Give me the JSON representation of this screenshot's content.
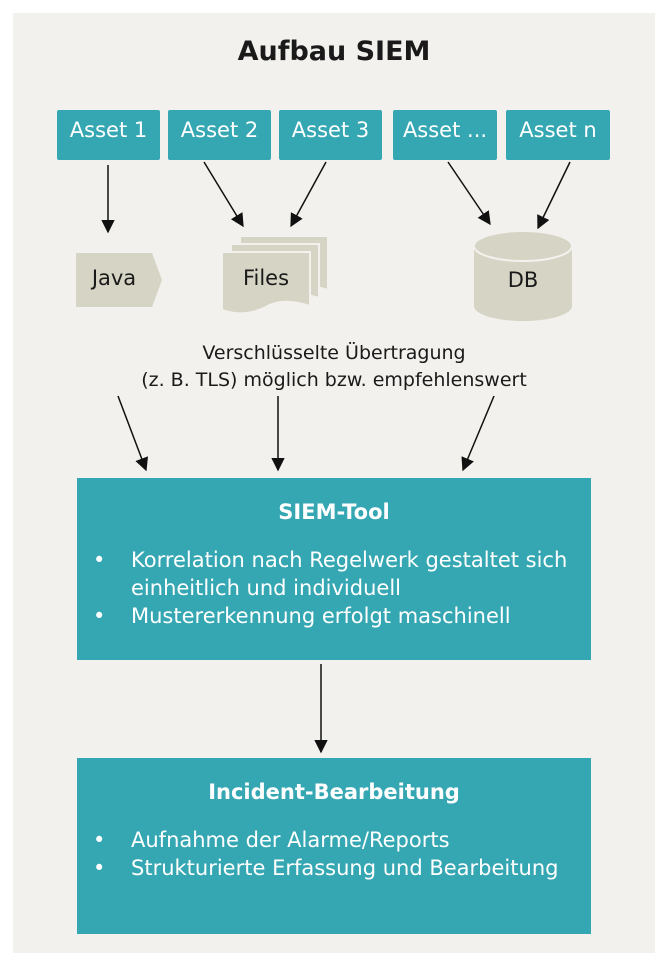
{
  "title": "Aufbau SIEM",
  "assets": [
    "Asset 1",
    "Asset 2",
    "Asset 3",
    "Asset ...",
    "Asset n"
  ],
  "shapes": {
    "java": "Java",
    "files": "Files",
    "db": "DB"
  },
  "caption": {
    "line1": "Verschlüsselte Übertragung",
    "line2": "(z. B. TLS) möglich bzw. empfehlenswert"
  },
  "siem_tool": {
    "title": "SIEM-Tool",
    "bullets": [
      "Korrelation nach Regelwerk gestaltet sich einheitlich und individuell",
      "Mustererkennung erfolgt maschinell"
    ]
  },
  "incident": {
    "title": "Incident-Bearbeitung",
    "bullets": [
      "Aufnahme der Alarme/Reports",
      "Strukturierte Erfassung und Bearbeitung"
    ]
  },
  "colors": {
    "accent": "#35a7b3",
    "shape": "#d6d4c4",
    "background": "#f2f1ed"
  }
}
